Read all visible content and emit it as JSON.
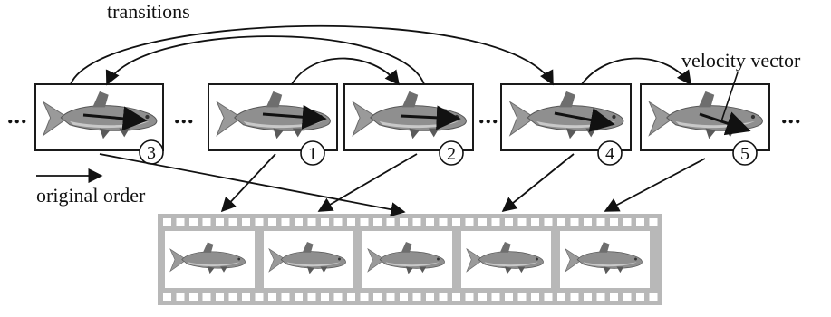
{
  "labels": {
    "transitions": "transitions",
    "velocity_vector": "velocity vector",
    "original_order": "original order"
  },
  "frame_numbers": [
    "3",
    "1",
    "2",
    "4",
    "5"
  ],
  "ellipsis": "...",
  "colors": {
    "ink": "#111111",
    "frame_border": "#1a1a1a",
    "film_strip": "#b8b8b8",
    "sprocket_hole": "#ffffff",
    "fish_body": "#8f8f8f",
    "fish_dark": "#5a5a5a",
    "fish_light": "#c9c9c9"
  },
  "icons": {
    "fish": "fish-thumbnail-icon",
    "velocity_arrow": "velocity-arrow-icon",
    "film": "film-strip-icon"
  }
}
